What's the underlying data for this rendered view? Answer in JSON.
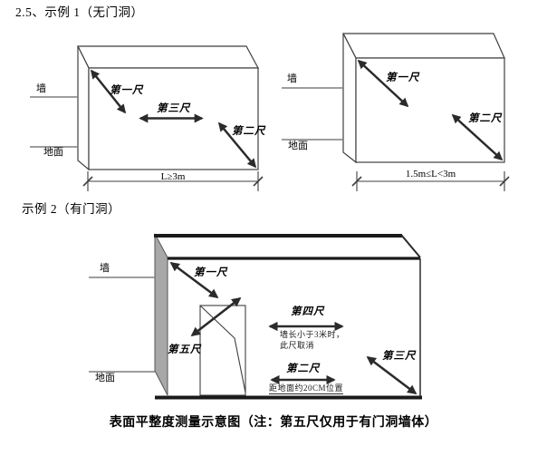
{
  "page": {
    "title_example1": "2.5、示例 1（无门洞）",
    "title_example2": "示例 2（有门洞）",
    "caption": "表面平整度测量示意图（注：第五尺仅用于有门洞墙体）"
  },
  "colors": {
    "line": "#3f3f3f",
    "arrow": "#2b2b2b",
    "leader": "#7f7f7f",
    "side_face_gray": "#a8a8a8",
    "text": "#000000"
  },
  "diagram_example1_no_door": {
    "wall_label": "墙",
    "ground_label": "地面",
    "ruler1_label": "第一尺",
    "ruler2_label": "第二尺",
    "ruler3_label": "第三尺",
    "dimension_label": "L≥3m"
  },
  "diagram_example1_short_wall": {
    "wall_label": "墙",
    "ground_label": "地面",
    "ruler1_label": "第一尺",
    "ruler2_label": "第二尺",
    "dimension_label": "1.5m≤L<3m"
  },
  "diagram_example2_with_door": {
    "wall_label": "墙",
    "ground_label": "地面",
    "ruler1_label": "第一尺",
    "ruler2_label": "第二尺",
    "ruler3_label": "第三尺",
    "ruler4_label": "第四尺",
    "ruler5_label": "第五尺",
    "ruler4_note_line1": "墙长小于3米时，",
    "ruler4_note_line2": "此尺取消",
    "ruler2_note": "距地面约20CM位置"
  }
}
